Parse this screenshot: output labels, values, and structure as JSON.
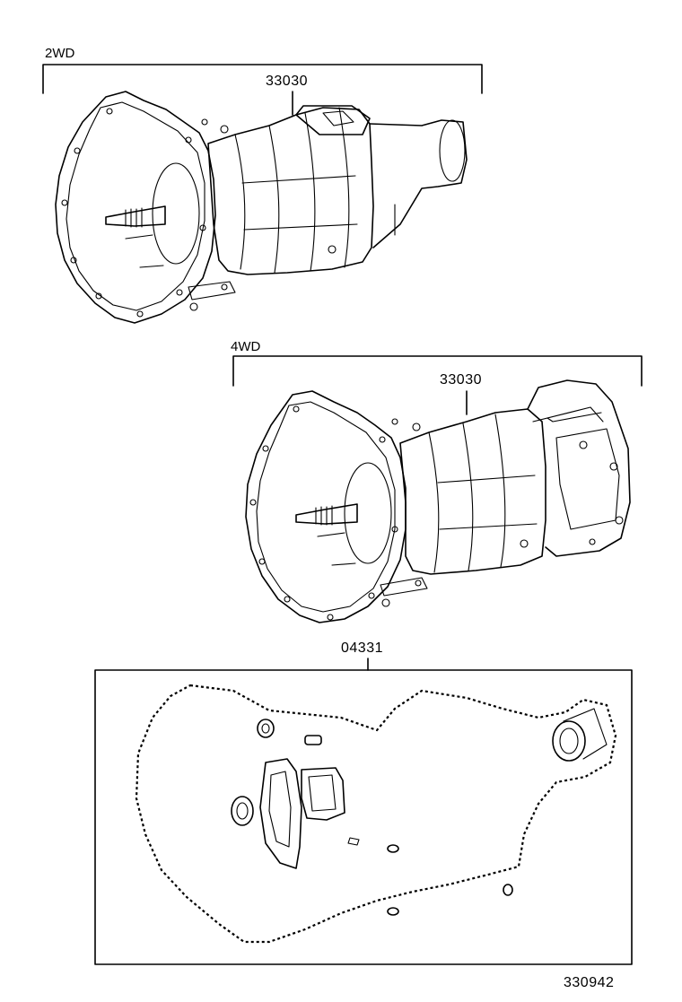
{
  "groups": [
    {
      "variant": "2WD",
      "part_number": "33030"
    },
    {
      "variant": "4WD",
      "part_number": "33030"
    }
  ],
  "gasket_kit": {
    "part_number": "04331"
  },
  "figure_id": "330942"
}
